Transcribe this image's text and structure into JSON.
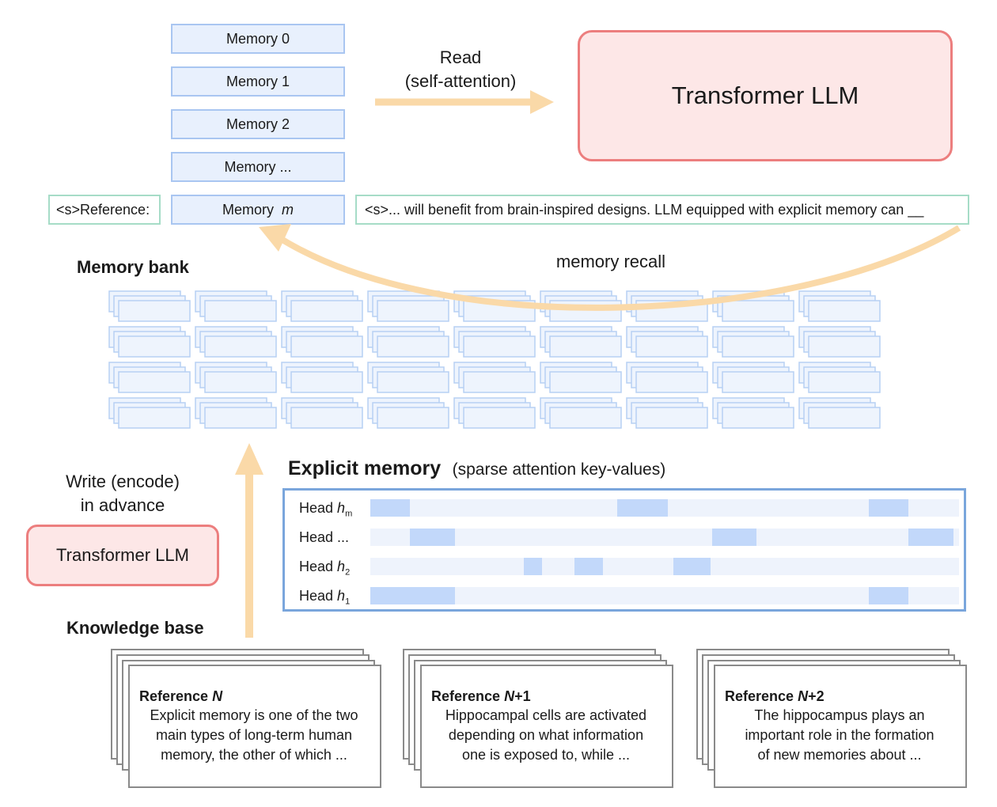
{
  "memory_stack": {
    "slots": [
      "Memory 0",
      "Memory 1",
      "Memory 2",
      "Memory ..."
    ],
    "last_slot_prefix": "Memory ",
    "last_slot_var": "m"
  },
  "read_label": {
    "line1": "Read",
    "line2": "(self-attention)"
  },
  "transformer_top": "Transformer LLM",
  "reference_prompt": "<s>Reference:",
  "context_text": "<s>... will benefit from brain-inspired designs. LLM equipped with explicit memory can __",
  "memory_recall_label": "memory recall",
  "memory_bank_label": "Memory bank",
  "write_label": {
    "line1": "Write (encode)",
    "line2": "in advance"
  },
  "transformer_bottom": "Transformer LLM",
  "knowledge_base_label": "Knowledge base",
  "explicit_memory": {
    "title": "Explicit memory",
    "subtitle": "(sparse attention key-values)",
    "heads": [
      {
        "prefix": "Head ",
        "var": "h",
        "sub": "m"
      },
      {
        "prefix": "Head ...",
        "var": "",
        "sub": ""
      },
      {
        "prefix": "Head ",
        "var": "h",
        "sub": "2"
      },
      {
        "prefix": "Head ",
        "var": "h",
        "sub": "1"
      }
    ]
  },
  "references": [
    {
      "title_prefix": "Reference ",
      "title_var": "N",
      "title_suffix": "",
      "lines": [
        "Explicit memory is one of the two",
        "main types of long-term human",
        "memory, the other of which ..."
      ]
    },
    {
      "title_prefix": "Reference ",
      "title_var": "N",
      "title_suffix": "+1",
      "lines": [
        "Hippocampal cells are activated",
        "depending on what information",
        "one is exposed to, while ..."
      ]
    },
    {
      "title_prefix": "Reference ",
      "title_var": "N",
      "title_suffix": "+2",
      "lines": [
        "The hippocampus plays an",
        "important role in the formation",
        "of new memories about ..."
      ]
    }
  ],
  "colors": {
    "memory_fill": "#e8f0fd",
    "memory_border": "#a9c6f1",
    "llm_fill": "#fde7e7",
    "llm_border": "#ec7e7e",
    "arrow": "#fad9a8",
    "green_border": "#a6dcc7",
    "heads_border": "#7aa6dc"
  }
}
